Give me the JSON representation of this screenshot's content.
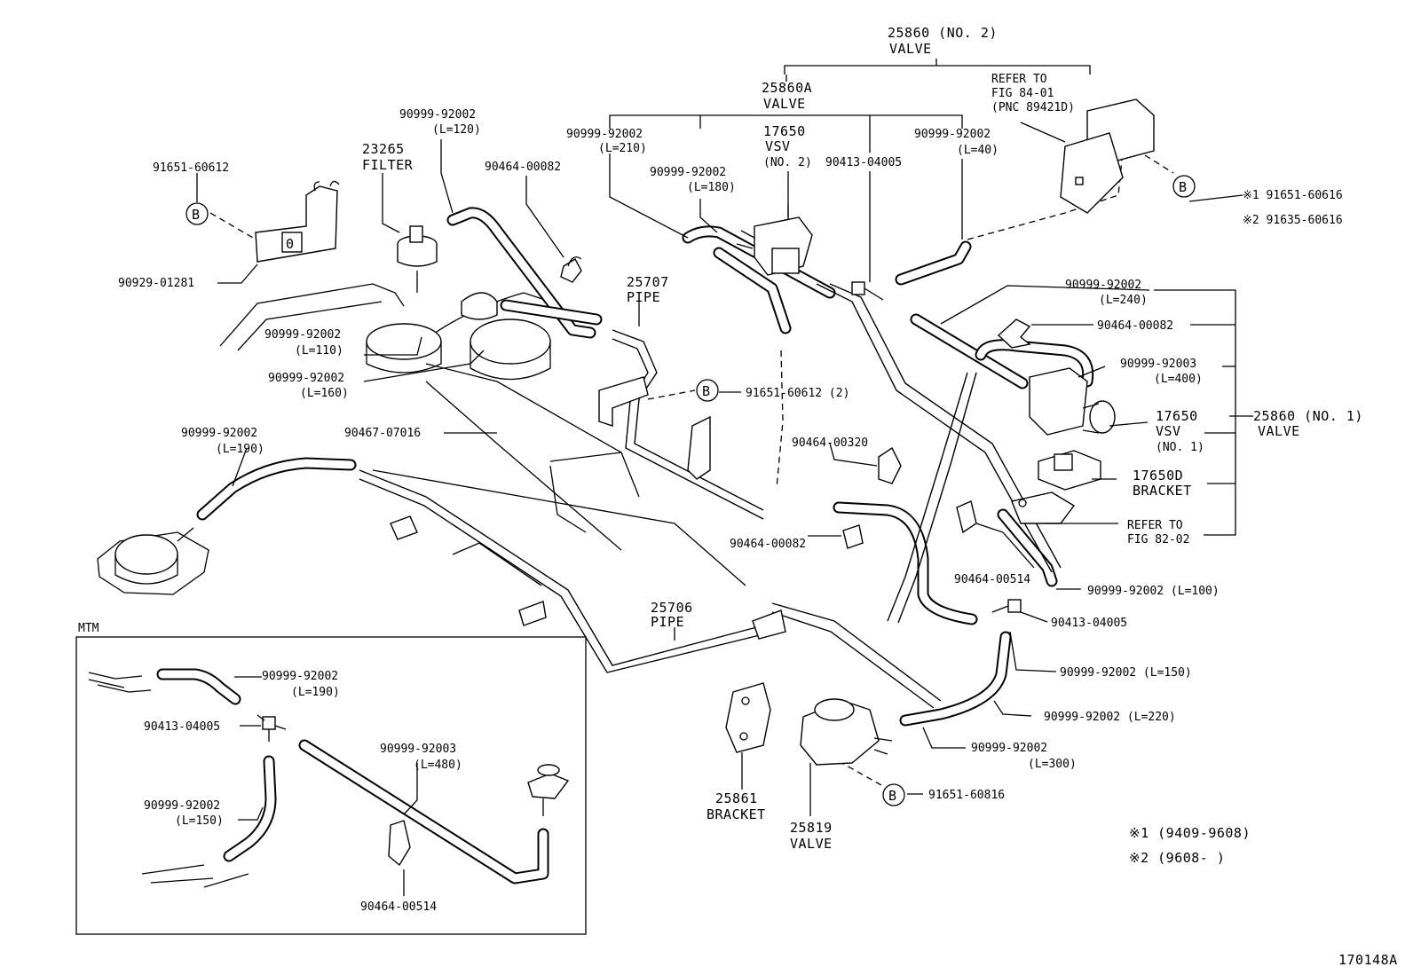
{
  "labels": {
    "valve_no2_num": "25860 (NO. 2)",
    "valve_no2_name": "VALVE",
    "valve_a_num": "25860A",
    "valve_a_name": "VALVE",
    "refer84_1": "REFER TO",
    "refer84_2": "FIG 84-01",
    "refer84_3": "(PNC 89421D)",
    "note1_ref": "※1 91651-60616",
    "note2_ref": "※2 91635-60616",
    "hose_l120_num": "90999-92002",
    "hose_l120_len": "(L=120)",
    "hose_l210_num": "90999-92002",
    "hose_l210_len": "(L=210)",
    "vsv2_num": "17650",
    "vsv2_name": "VSV",
    "vsv2_sub": "(NO. 2)",
    "tee_top": "90413-04005",
    "hose_l40_num": "90999-92002",
    "hose_l40_len": "(L=40)",
    "hose_l180_num": "90999-92002",
    "hose_l180_len": "(L=180)",
    "clamp_top": "90464-00082",
    "filter_num": "23265",
    "filter_name": "FILTER",
    "bolt_top_left": "91651-60612",
    "bracket_left": "90929-01281",
    "pipe_25707_num": "25707",
    "pipe_25707_name": "PIPE",
    "hose_l110_num": "90999-92002",
    "hose_l110_len": "(L=110)",
    "hose_l160_num": "90999-92002",
    "hose_l160_len": "(L=160)",
    "bolt_mid": "91651-60612 (2)",
    "clip_90467": "90467-07016",
    "hose_l190_num": "90999-92002",
    "hose_l190_len": "(L=190)",
    "hose_l240_num": "90999-92002",
    "hose_l240_len": "(L=240)",
    "clamp_right": "90464-00082",
    "hose_l400_num": "90999-92003",
    "hose_l400_len": "(L=400)",
    "vsv1_num": "17650",
    "vsv1_name": "VSV",
    "vsv1_sub": "(NO. 1)",
    "valve_no1_num": "25860 (NO. 1)",
    "valve_no1_name": "VALVE",
    "bracket_17650d_num": "17650D",
    "bracket_17650d_name": "BRACKET",
    "refer82_1": "REFER TO",
    "refer82_2": "FIG 82-02",
    "clamp_00320": "90464-00320",
    "clamp_mid": "90464-00082",
    "clamp_00514": "90464-00514",
    "hose_l100": "90999-92002 (L=100)",
    "tee_mid": "90413-04005",
    "pipe_25706_num": "25706",
    "pipe_25706_name": "PIPE",
    "hose_l150": "90999-92002 (L=150)",
    "hose_l220": "90999-92002 (L=220)",
    "hose_l300_num": "90999-92002",
    "hose_l300_len": "(L=300)",
    "bolt_bottom": "91651-60816",
    "bracket_25861_num": "25861",
    "bracket_25861_name": "BRACKET",
    "valve_25819_num": "25819",
    "valve_25819_name": "VALVE",
    "note1_years": "※1  (9409-9608)",
    "note2_years": "※2  (9608-      )",
    "figure_id": "170148A",
    "circle_b": "B"
  },
  "mtm": {
    "title": "MTM",
    "hose_l190_num": "90999-92002",
    "hose_l190_len": "(L=190)",
    "tee": "90413-04005",
    "hose_l480_num": "90999-92003",
    "hose_l480_len": "(L=480)",
    "hose_l150_num": "90999-92002",
    "hose_l150_len": "(L=150)",
    "clamp": "90464-00514"
  }
}
